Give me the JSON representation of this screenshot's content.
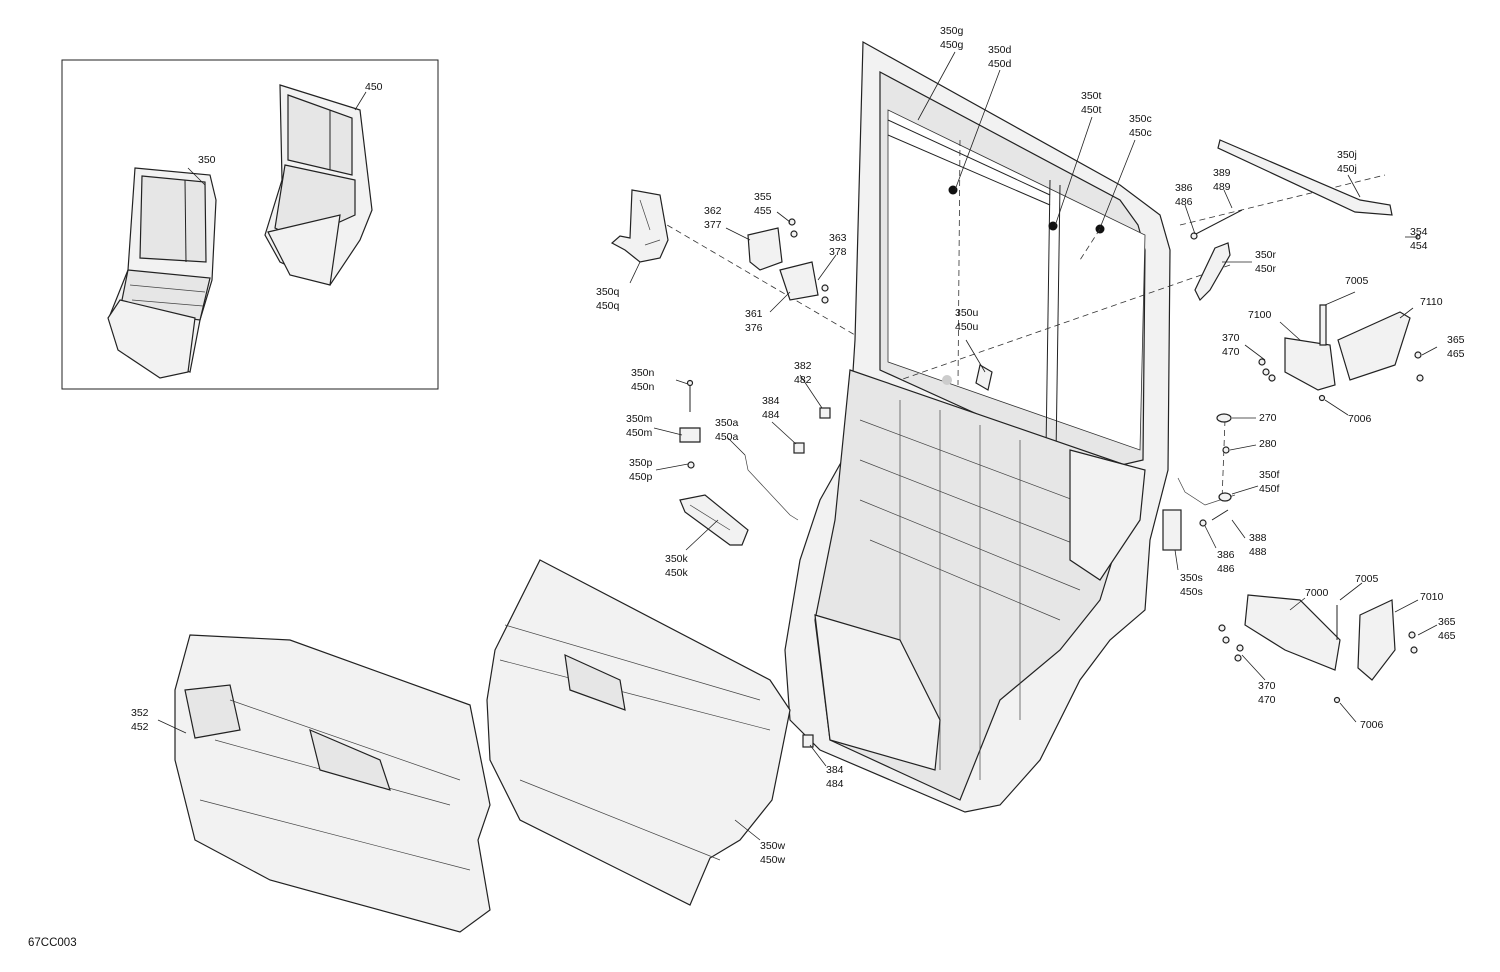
{
  "drawing_id": "67CC003",
  "inset_labels": [
    "350",
    "450"
  ],
  "callouts": [
    {
      "id": "c-350g",
      "lines": [
        "350g",
        "450g"
      ]
    },
    {
      "id": "c-350d",
      "lines": [
        "350d",
        "450d"
      ]
    },
    {
      "id": "c-350t",
      "lines": [
        "350t",
        "450t"
      ]
    },
    {
      "id": "c-350c",
      "lines": [
        "350c",
        "450c"
      ]
    },
    {
      "id": "c-350j",
      "lines": [
        "350j",
        "450j"
      ]
    },
    {
      "id": "c-389",
      "lines": [
        "389",
        "489"
      ]
    },
    {
      "id": "c-386a",
      "lines": [
        "386",
        "486"
      ]
    },
    {
      "id": "c-354",
      "lines": [
        "354",
        "454"
      ]
    },
    {
      "id": "c-350r",
      "lines": [
        "350r",
        "450r"
      ]
    },
    {
      "id": "c-355",
      "lines": [
        "355",
        "455"
      ]
    },
    {
      "id": "c-362",
      "lines": [
        "362",
        "377"
      ]
    },
    {
      "id": "c-363",
      "lines": [
        "363",
        "378"
      ]
    },
    {
      "id": "c-361",
      "lines": [
        "361",
        "376"
      ]
    },
    {
      "id": "c-350q",
      "lines": [
        "350q",
        "450q"
      ]
    },
    {
      "id": "c-350u",
      "lines": [
        "350u",
        "450u"
      ]
    },
    {
      "id": "c-7005a",
      "lines": [
        "7005"
      ]
    },
    {
      "id": "c-7100",
      "lines": [
        "7100"
      ]
    },
    {
      "id": "c-7110",
      "lines": [
        "7110"
      ]
    },
    {
      "id": "c-370a",
      "lines": [
        "370",
        "470"
      ]
    },
    {
      "id": "c-365a",
      "lines": [
        "365",
        "465"
      ]
    },
    {
      "id": "c-7006a",
      "lines": [
        "7006"
      ]
    },
    {
      "id": "c-350n",
      "lines": [
        "350n",
        "450n"
      ]
    },
    {
      "id": "c-382",
      "lines": [
        "382",
        "482"
      ]
    },
    {
      "id": "c-384a",
      "lines": [
        "384",
        "484"
      ]
    },
    {
      "id": "c-350m",
      "lines": [
        "350m",
        "450m"
      ]
    },
    {
      "id": "c-350a",
      "lines": [
        "350a",
        "450a"
      ]
    },
    {
      "id": "c-350p",
      "lines": [
        "350p",
        "450p"
      ]
    },
    {
      "id": "c-270",
      "lines": [
        "270"
      ]
    },
    {
      "id": "c-280",
      "lines": [
        "280"
      ]
    },
    {
      "id": "c-350f",
      "lines": [
        "350f",
        "450f"
      ]
    },
    {
      "id": "c-388",
      "lines": [
        "388",
        "488"
      ]
    },
    {
      "id": "c-386b",
      "lines": [
        "386",
        "486"
      ]
    },
    {
      "id": "c-350s",
      "lines": [
        "350s",
        "450s"
      ]
    },
    {
      "id": "c-350k",
      "lines": [
        "350k",
        "450k"
      ]
    },
    {
      "id": "c-7005b",
      "lines": [
        "7005"
      ]
    },
    {
      "id": "c-7000",
      "lines": [
        "7000"
      ]
    },
    {
      "id": "c-7010",
      "lines": [
        "7010"
      ]
    },
    {
      "id": "c-365b",
      "lines": [
        "365",
        "465"
      ]
    },
    {
      "id": "c-370b",
      "lines": [
        "370",
        "470"
      ]
    },
    {
      "id": "c-7006b",
      "lines": [
        "7006"
      ]
    },
    {
      "id": "c-352",
      "lines": [
        "352",
        "452"
      ]
    },
    {
      "id": "c-384b",
      "lines": [
        "384",
        "484"
      ]
    },
    {
      "id": "c-350w",
      "lines": [
        "350w",
        "450w"
      ]
    }
  ]
}
